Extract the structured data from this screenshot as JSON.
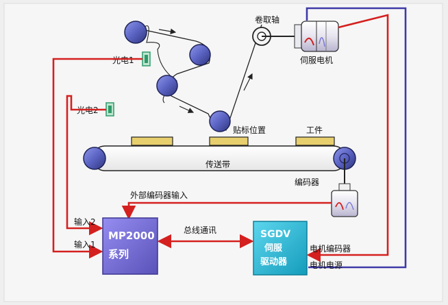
{
  "colors": {
    "background": "#efefef",
    "panel": "#f7f7f7",
    "roller_blue": "#5a63c2",
    "roller_dark": "#2a2f6e",
    "wire_red": "#d4201f",
    "wire_blue": "#3e3aa8",
    "label_gold": "#e8cf6e",
    "controller_purple": "#7a72d8",
    "drive_cyan": "#1fb8d6",
    "sensor_green": "#2f9a6a"
  },
  "labels": {
    "winding_shaft": "卷取轴",
    "servo_motor": "伺服电机",
    "photo_sensor_1": "光电1",
    "photo_sensor_2": "光电2",
    "labeling_position": "贴标位置",
    "workpiece": "工件",
    "conveyor_belt": "传送带",
    "encoder": "编码器",
    "external_encoder_input": "外部编码器输入",
    "input_2": "输入2",
    "input_1": "输入1",
    "bus_communication": "总线通讯",
    "motor_encoder": "电机编码器",
    "motor_power": "电机电源"
  },
  "controller": {
    "line1": "MP2000",
    "line2": "系列"
  },
  "drive": {
    "line1": "SGDV",
    "line2": "伺服",
    "line3": "驱动器"
  }
}
